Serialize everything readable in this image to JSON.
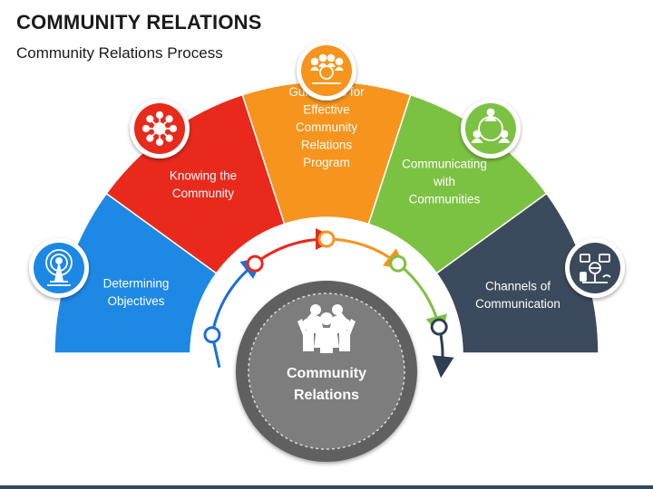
{
  "header": {
    "title": "COMMUNITY RELATIONS",
    "subtitle": "Community Relations Process"
  },
  "segments": [
    {
      "lines": [
        "Determining",
        "Objectives"
      ],
      "color": "#1e88e5",
      "icon": "tower-icon"
    },
    {
      "lines": [
        "Knowing the",
        "Community"
      ],
      "color": "#e8291c",
      "icon": "network-hub-icon"
    },
    {
      "lines": [
        "Guidelines for",
        "Effective",
        "Community",
        "Relations",
        "Program"
      ],
      "color": "#f7941d",
      "icon": "team-icon"
    },
    {
      "lines": [
        "Communicating",
        "with",
        "Communities"
      ],
      "color": "#7cc242",
      "icon": "people-cycle-icon"
    },
    {
      "lines": [
        "Channels of",
        "Communication"
      ],
      "color": "#3b4a5c",
      "icon": "communication-channels-icon"
    }
  ],
  "center": {
    "lines": [
      "Community",
      "Relations"
    ],
    "icon": "people-group-icon",
    "outer_color": "#616161",
    "inner_color": "#7d7d7d"
  }
}
